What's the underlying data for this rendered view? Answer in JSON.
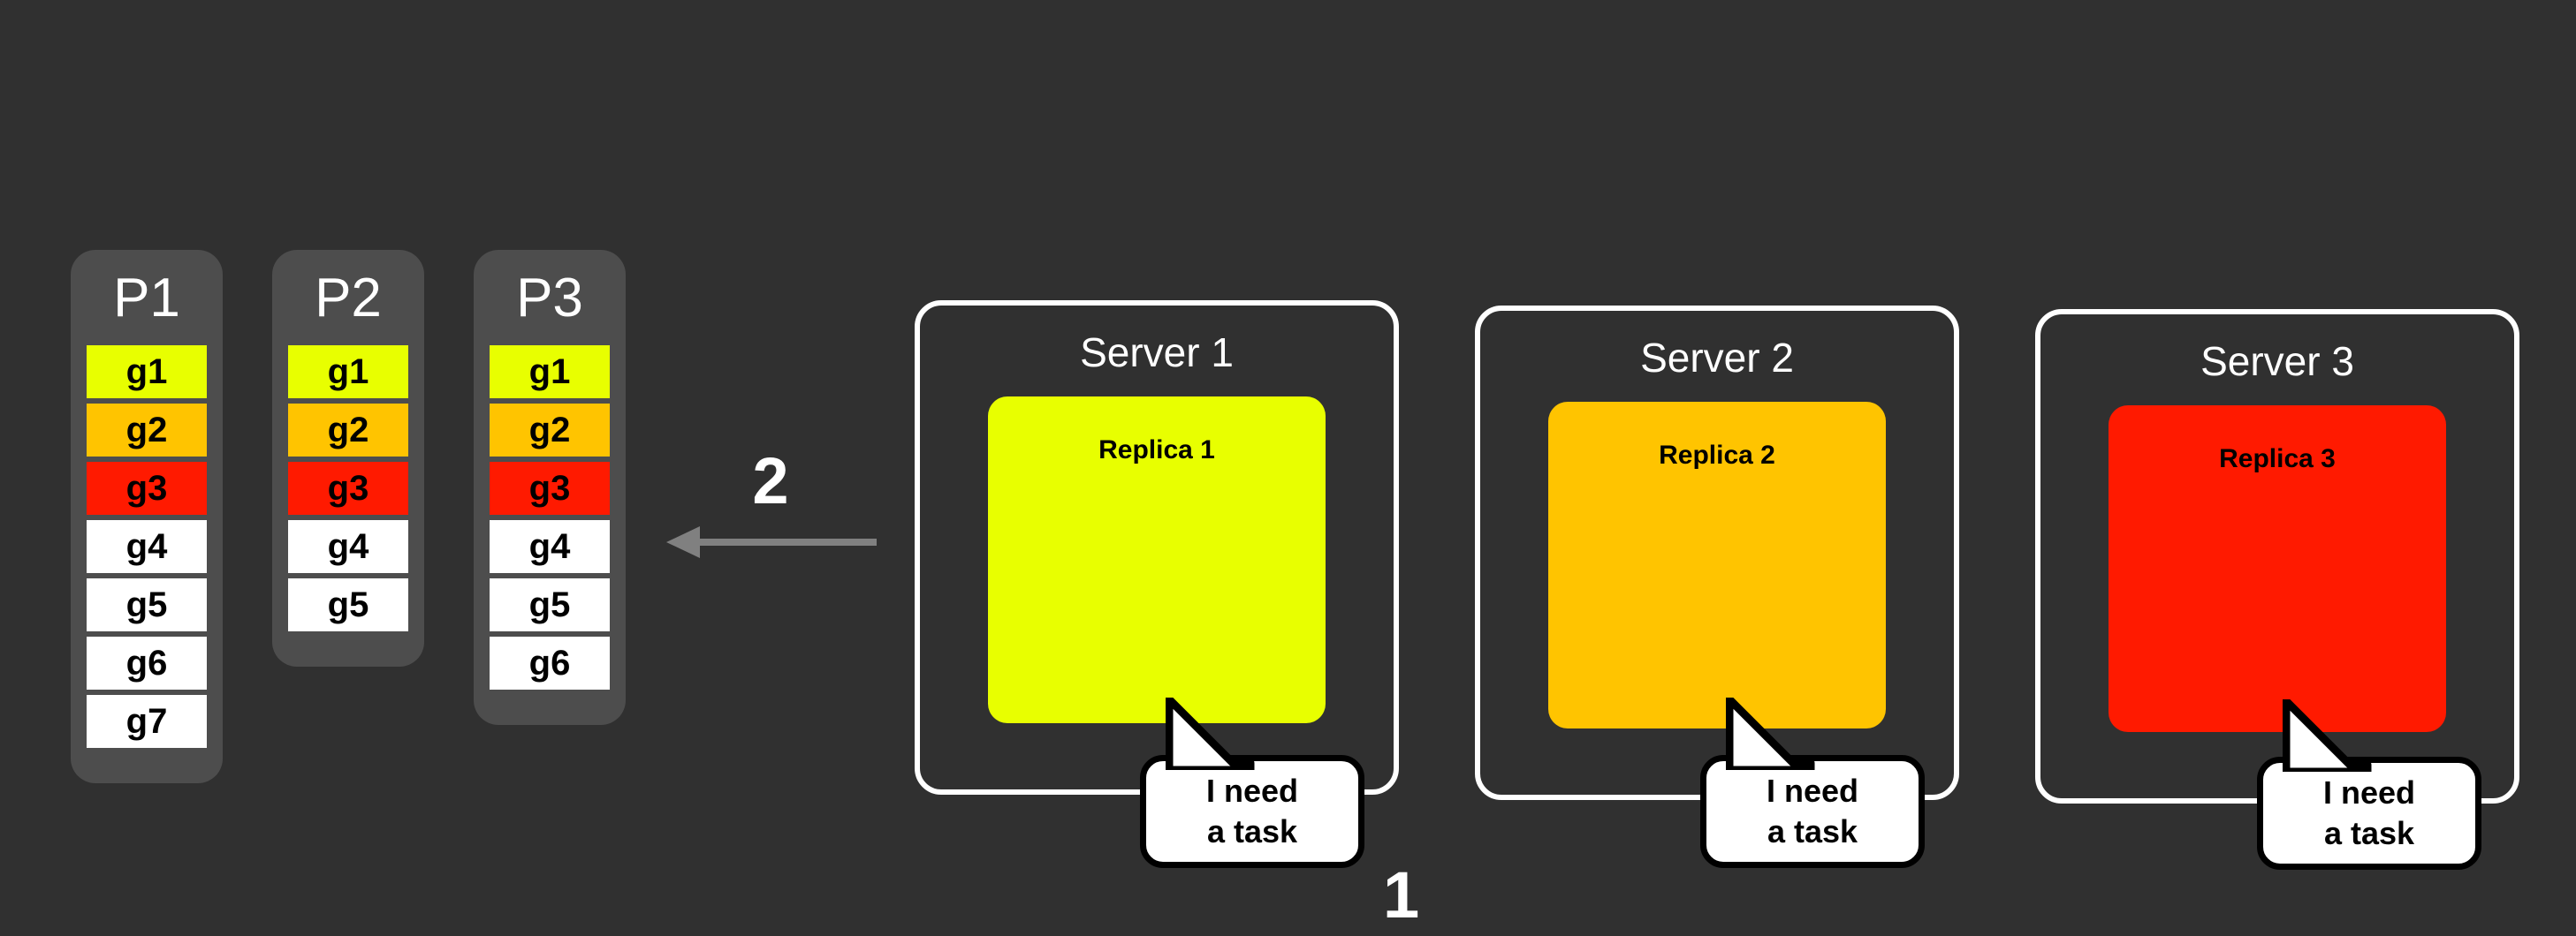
{
  "diagram": {
    "background_color": "#303030",
    "partition_bg_color": "#4D4D4D",
    "colors": {
      "yellow": "#E8FF00",
      "orange": "#FFC400",
      "red": "#FF1A00",
      "white": "#FFFFFF",
      "arrow_grey": "#808080"
    },
    "partitions": [
      {
        "title": "P1",
        "slots": [
          {
            "label": "g1",
            "color": "yellow"
          },
          {
            "label": "g2",
            "color": "orange"
          },
          {
            "label": "g3",
            "color": "red"
          },
          {
            "label": "g4",
            "color": "white"
          },
          {
            "label": "g5",
            "color": "white"
          },
          {
            "label": "g6",
            "color": "white"
          },
          {
            "label": "g7",
            "color": "white"
          }
        ]
      },
      {
        "title": "P2",
        "slots": [
          {
            "label": "g1",
            "color": "yellow"
          },
          {
            "label": "g2",
            "color": "orange"
          },
          {
            "label": "g3",
            "color": "red"
          },
          {
            "label": "g4",
            "color": "white"
          },
          {
            "label": "g5",
            "color": "white"
          }
        ]
      },
      {
        "title": "P3",
        "slots": [
          {
            "label": "g1",
            "color": "yellow"
          },
          {
            "label": "g2",
            "color": "orange"
          },
          {
            "label": "g3",
            "color": "red"
          },
          {
            "label": "g4",
            "color": "white"
          },
          {
            "label": "g5",
            "color": "white"
          },
          {
            "label": "g6",
            "color": "white"
          }
        ]
      }
    ],
    "arrow": {
      "step_label": "2",
      "direction": "left"
    },
    "step_one_label": "1",
    "servers": [
      {
        "title": "Server 1",
        "replica_label": "Replica 1",
        "replica_color": "yellow",
        "bubble": {
          "line1": "I need",
          "line2": "a task"
        }
      },
      {
        "title": "Server 2",
        "replica_label": "Replica 2",
        "replica_color": "orange",
        "bubble": {
          "line1": "I need",
          "line2": "a task"
        }
      },
      {
        "title": "Server 3",
        "replica_label": "Replica 3",
        "replica_color": "red",
        "bubble": {
          "line1": "I need",
          "line2": "a task"
        }
      }
    ]
  }
}
